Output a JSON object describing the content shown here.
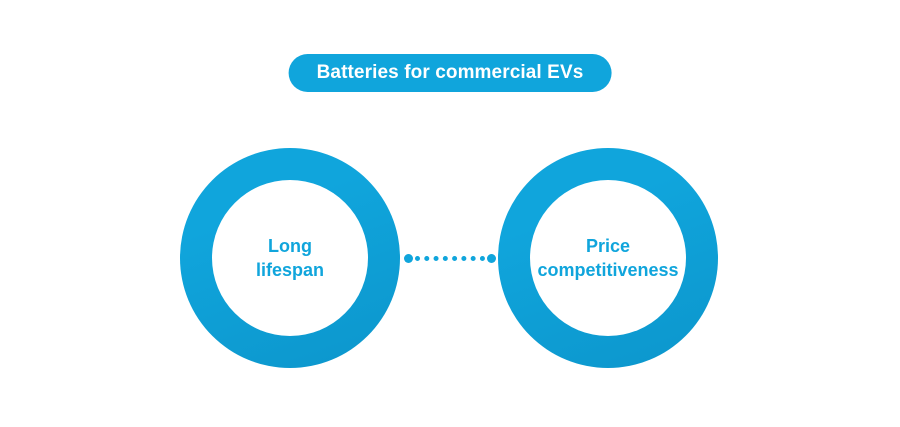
{
  "title": {
    "label": "Batteries for commercial EVs"
  },
  "nodes": [
    {
      "id": "long-lifespan",
      "label": "Long\nlifespan"
    },
    {
      "id": "price-competitiveness",
      "label": "Price\ncompetitiveness"
    }
  ],
  "connector": {
    "style": "dotted"
  },
  "colors": {
    "accent": "#10A5DC",
    "accent_dark": "#0C96CC",
    "text_on_accent": "#FFFFFF",
    "background": "#FFFFFF"
  }
}
